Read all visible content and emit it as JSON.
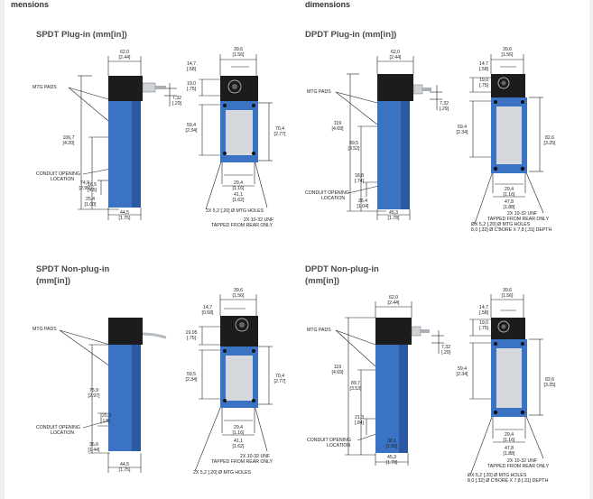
{
  "header": {
    "left": "mensions",
    "right": "dimensions"
  },
  "colors": {
    "blue": "#3a72c4",
    "blue_dark": "#2b5aa3",
    "black": "#1c1c1c",
    "grey": "#d5d8dc",
    "line": "#222222"
  },
  "spdt_plug": {
    "title": "SPDT Plug-in (mm[in])",
    "side": {
      "w": "62,0",
      "w_in": "[2.44]",
      "h": "106,7",
      "h_in": "[4.20]",
      "h2": "74,9",
      "h2_in": "[2.95]",
      "off": "7,32",
      "off_in": "[.29]",
      "a": "16,5",
      "a_in": "[.65]",
      "b": "25,4",
      "b_in": "[1.00]",
      "d": "44,5",
      "d_in": "[1.75]",
      "mtg": "MTG PADS",
      "conduit1": "CONDUIT OPENING",
      "conduit2": "LOCATION"
    },
    "front": {
      "t1": "39,6",
      "t1_in": "[1.56]",
      "t2": "14,7",
      "t2_in": "[.58]",
      "t3": "19,0",
      "t3_in": "[.75]",
      "l": "59,4",
      "l_in": "[2.34]",
      "r": "70,4",
      "r_in": "[2.77]",
      "b1": "29,4",
      "b1_in": "[1.16]",
      "b2": "41,1",
      "b2_in": "[1.62]",
      "holes": "2X 5,2 [.20]  Ø MTG HOLES",
      "unf": "2X 10-32 UNF",
      "tap": "TAPPED FROM REAR ONLY"
    }
  },
  "dpdt_plug": {
    "title": "DPDT Plug-in (mm[in])",
    "side": {
      "w": "62,0",
      "w_in": "[2.44]",
      "h": "119",
      "h_in": "[4.69]",
      "h2": "89,5",
      "h2_in": "[3.52]",
      "off": "7,32",
      "off_in": "[.29]",
      "a": "18,8",
      "a_in": "[.74]",
      "b": "26,4",
      "b_in": "[1.04]",
      "d": "45,3",
      "d_in": "[1.78]",
      "mtg": "MTG PADS",
      "conduit1": "CONDUIT OPENING",
      "conduit2": "LOCATION"
    },
    "front": {
      "t1": "39,6",
      "t1_in": "[1.56]",
      "t2": "14,7",
      "t2_in": "[.58]",
      "t3": "19,0",
      "t3_in": "[.75]",
      "l": "59,4",
      "l_in": "[2.34]",
      "r": "82,6",
      "r_in": "[3.25]",
      "b1": "29,4",
      "b1_in": "[1.16]",
      "b2": "47,8",
      "b2_in": "[1.88]",
      "unf": "2X 10-32 UNF",
      "tap": "TAPPED FROM REAR ONLY",
      "holes": "ØX 5,2 [.20]  Ø MTG HOLES",
      "cbore": "8,0 [.32]  Ø C'BORE  X 7,8 [.31] DEPTH"
    }
  },
  "spdt_non": {
    "title1": "SPDT Non-plug-in",
    "title2": "(mm[in])",
    "side": {
      "h2": "75,9",
      "h2_in": "[2.97]",
      "a": "20,3",
      "a_in": "[.8]",
      "b": "36,6",
      "b_in": "[1.44]",
      "d": "44,5",
      "d_in": "[1.75]",
      "mtg": "MTG PADS",
      "conduit1": "CONDUIT OPENING",
      "conduit2": "LOCATION"
    },
    "front": {
      "t1": "39,6",
      "t1_in": "[1.56]",
      "t2": "14,7",
      "t2_in": "[0.58]",
      "t3": "19,05",
      "t3_in": "[.75]",
      "l": "59,5",
      "l_in": "[2.34]",
      "r": "70,4",
      "r_in": "[2.77]",
      "b1": "29,4",
      "b1_in": "[1.16]",
      "b2": "41,1",
      "b2_in": "[1.62]",
      "unf": "2X 10-32 UNF",
      "tap": "TAPPED FROM REAR ONLY",
      "holes": "2X 5,2 [.20]  Ø MTG HOLES"
    }
  },
  "dpdt_non": {
    "title1": "DPDT Non-plug-in",
    "title2": "(mm[in])",
    "side": {
      "w": "62,0",
      "w_in": "[2.44]",
      "h": "119",
      "h_in": "[4.69]",
      "h2": "89,7",
      "h2_in": "[3.53]",
      "off": "7,32",
      "off_in": "[.29]",
      "a": "21,3",
      "a_in": "[.84]",
      "b": "38,1",
      "b_in": "[1.50]",
      "d": "45,3",
      "d_in": "[1.78]",
      "mtg": "MTG PADS",
      "conduit1": "CONDUIT OPENING",
      "conduit2": "LOCATION"
    },
    "front": {
      "t1": "39,6",
      "t1_in": "[1.56]",
      "t2": "14,7",
      "t2_in": "[.58]",
      "t3": "19,0",
      "t3_in": "[.75]",
      "l": "59,4",
      "l_in": "[2.34]",
      "r": "82,6",
      "r_in": "[3.25]",
      "b1": "29,4",
      "b1_in": "[1.16]",
      "b2": "47,8",
      "b2_in": "[1.88]",
      "unf": "2X 10-32 UNF",
      "tap": "TAPPED FROM REAR ONLY",
      "holes": "ØX 5,2 [.20]  Ø MTG HOLES",
      "cbore": "8,0 [.32]  Ø C'BORE  X 7,8 [.31] DEPTH"
    }
  }
}
